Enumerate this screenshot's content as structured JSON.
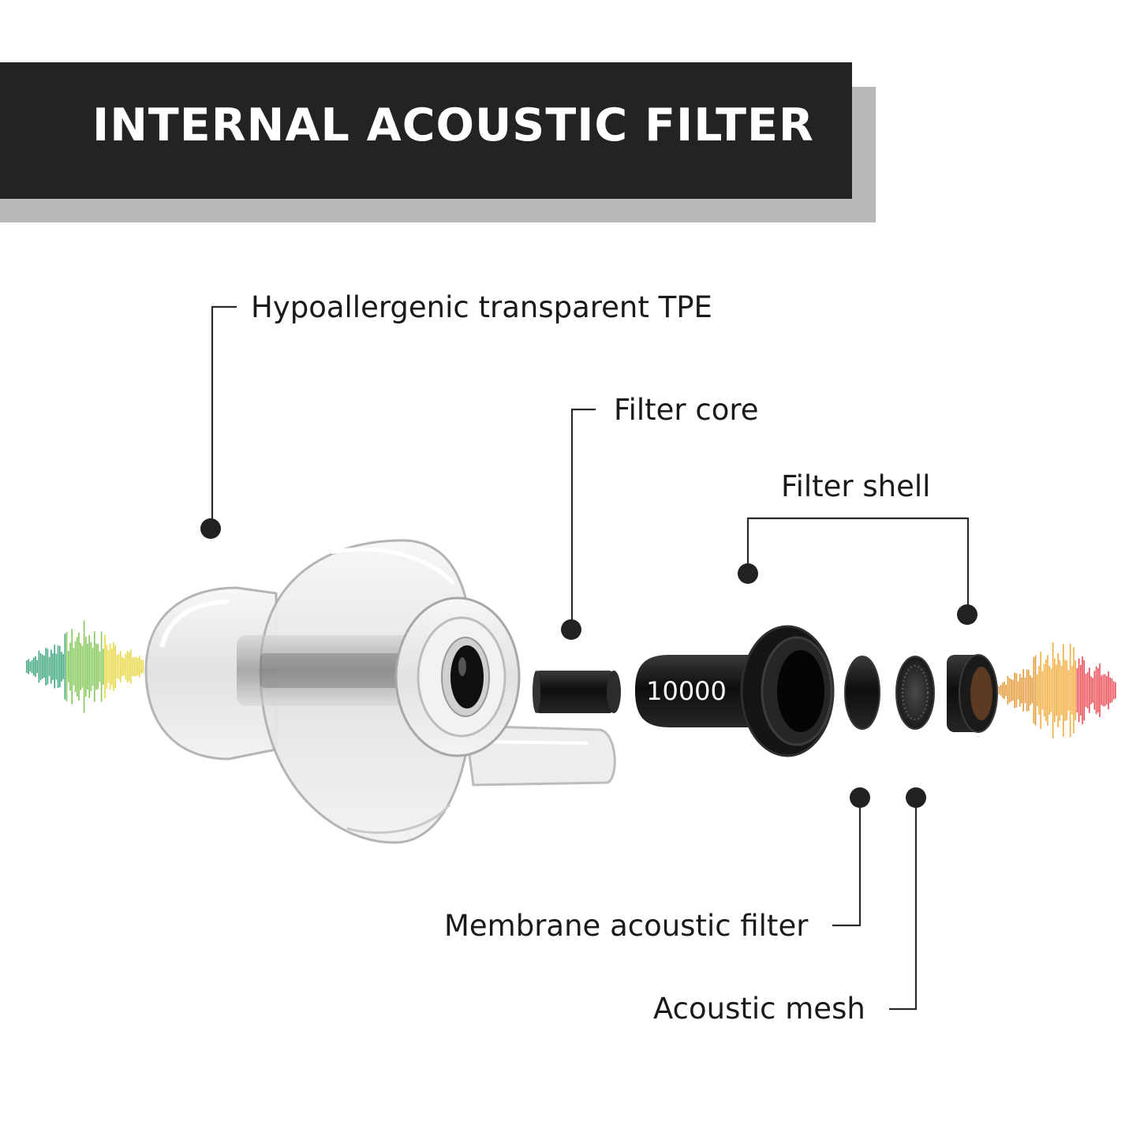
{
  "header": {
    "title": "INTERNAL ACOUSTIC FILTER"
  },
  "labels": {
    "tpe": "Hypoallergenic transparent TPE",
    "filter_core": "Filter core",
    "filter_shell": "Filter shell",
    "membrane": "Membrane acoustic filter",
    "mesh": "Acoustic mesh"
  },
  "filter_value": "10000",
  "colors": {
    "banner": "#232323",
    "banner_shadow": "#b8b8b8",
    "wave_left": [
      "#1f9a6a",
      "#6fbf3a",
      "#e4d22a"
    ],
    "wave_right": [
      "#e08a1a",
      "#f0a020",
      "#e8303a"
    ]
  }
}
